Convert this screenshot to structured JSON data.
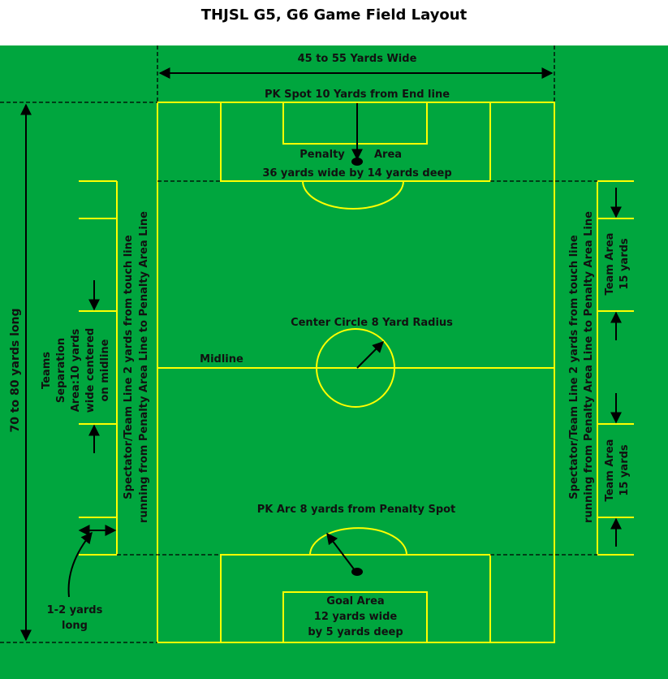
{
  "title": "THJSL G5, G6 Game Field Layout",
  "colors": {
    "grass": "#00a63e",
    "field_lines": "#ffff00",
    "annotation": "#000000",
    "background": "#ffffff"
  },
  "labels": {
    "width": "45 to 55 Yards Wide",
    "length": "70 to 80 yards long",
    "pk_spot": "PK Spot 10 Yards from End line",
    "penalty_area_1": "Penalty",
    "penalty_area_2": "Area",
    "penalty_area_size": "36 yards wide by 14 yards deep",
    "center_circle": "Center Circle 8 Yard Radius",
    "midline": "Midline",
    "pk_arc": "PK Arc 8 yards from Penalty Spot",
    "goal_area_1": "Goal Area",
    "goal_area_2": "12 yards wide",
    "goal_area_3": "by 5 yards deep",
    "teams_sep_1": "Teams",
    "teams_sep_2": "Separation",
    "teams_sep_3": "Area:10 yards",
    "teams_sep_4": "wide centered",
    "teams_sep_5": "on midline",
    "spectator_1": "Spectator/Team Line 2 yards from touch line",
    "spectator_2": "running from Penalty Area Line to Penalty Area Line",
    "team_area_1": "Team Area",
    "team_area_2": "15 yards",
    "yards_long_1": "1-2 yards",
    "yards_long_2": "long"
  }
}
